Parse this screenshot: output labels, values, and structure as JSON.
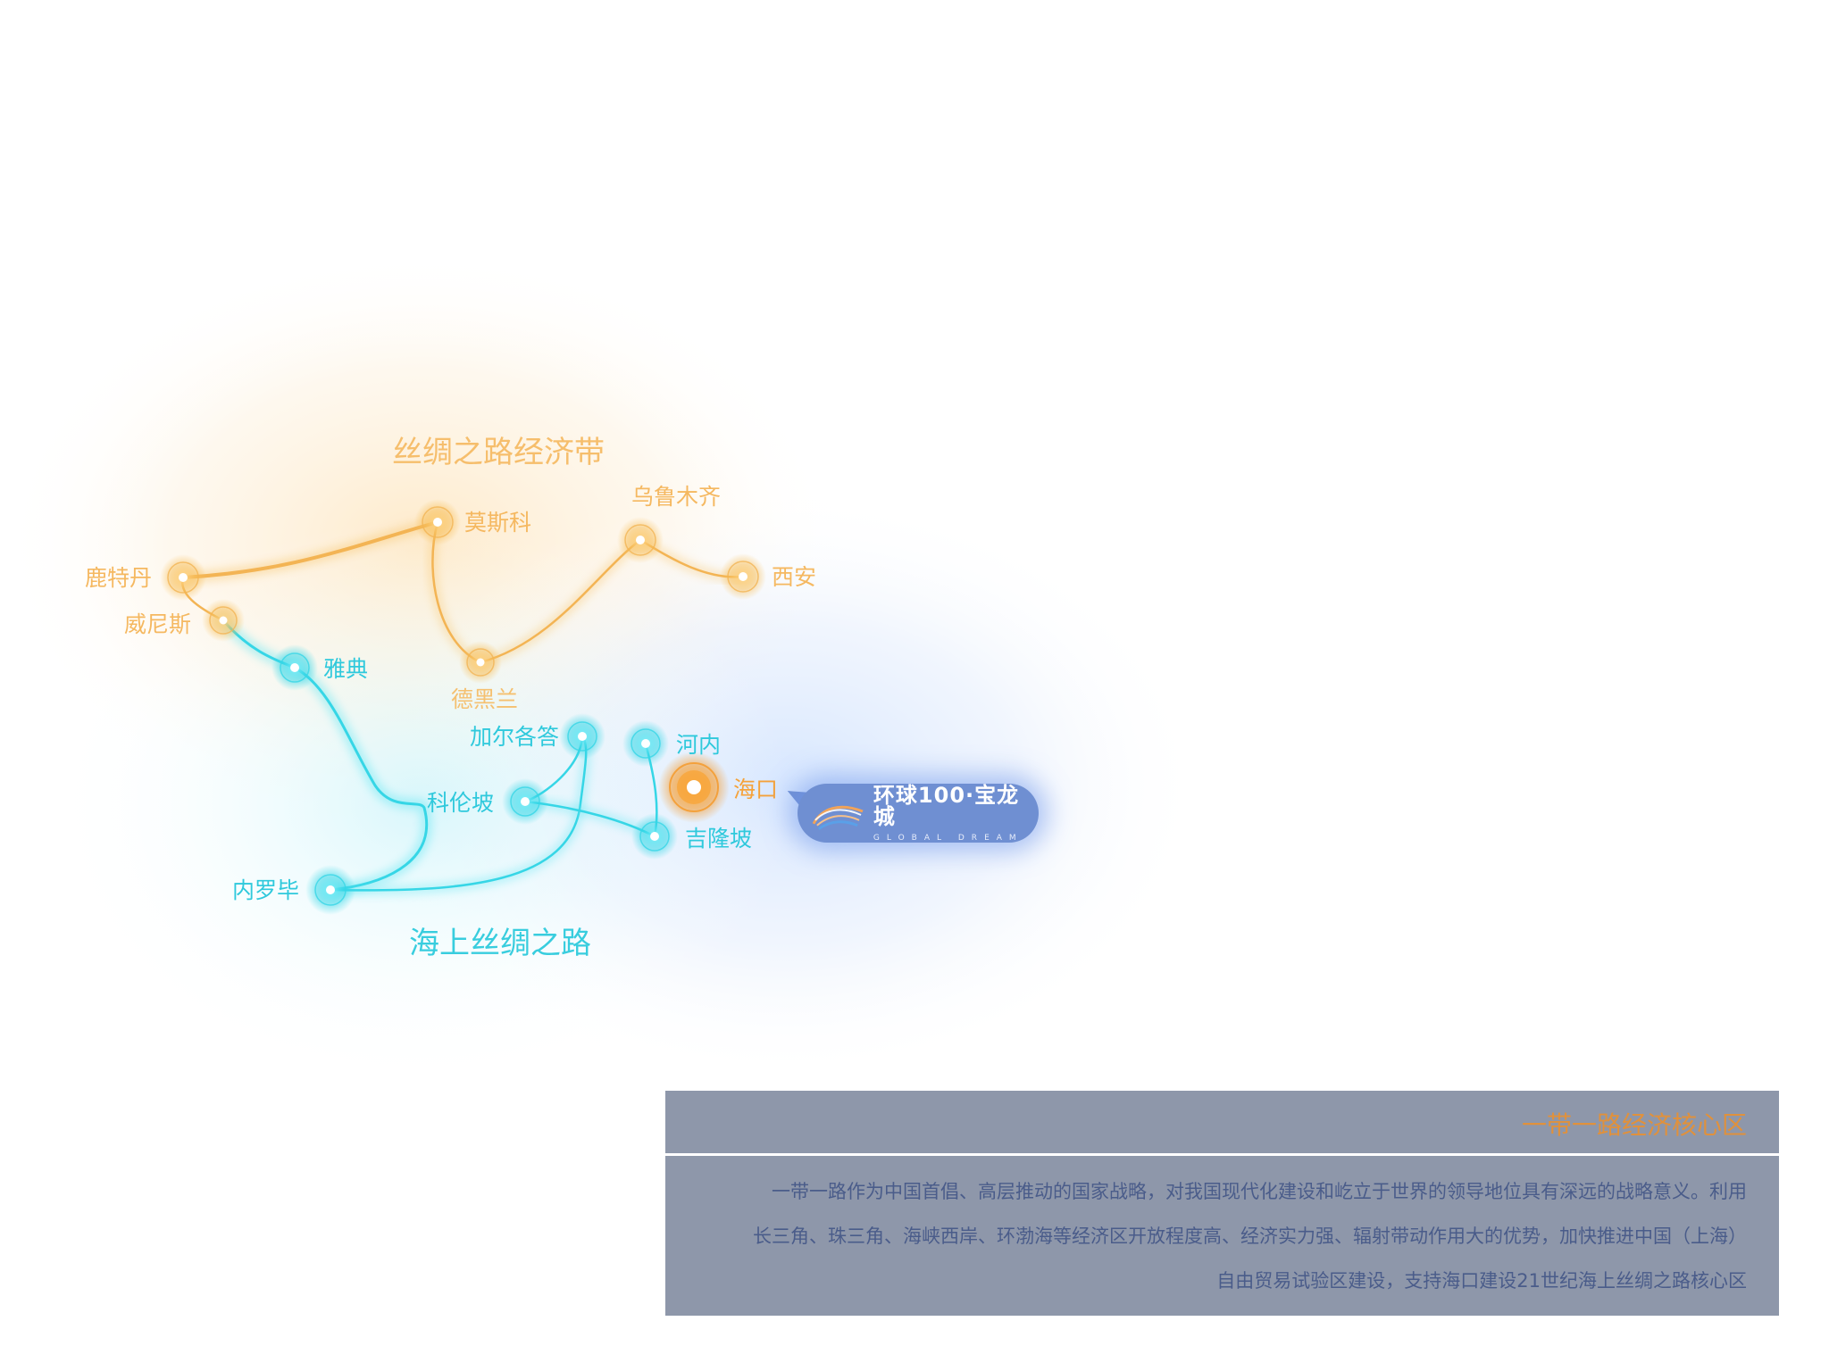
{
  "routes": {
    "land": {
      "title": "丝绸之路经济带",
      "color": "#f3b454",
      "cities": {
        "moscow": "莫斯科",
        "urumqi": "乌鲁木齐",
        "rotterdam": "鹿特丹",
        "xian": "西安",
        "venice": "威尼斯",
        "tehran": "德黑兰"
      }
    },
    "sea": {
      "title": "海上丝绸之路",
      "color": "#36d6e6",
      "cities": {
        "athens": "雅典",
        "kolkata": "加尔各答",
        "hanoi": "河内",
        "colombo": "科伦坡",
        "kualalumpur": "吉隆坡",
        "nairobi": "内罗毕"
      }
    },
    "hub": {
      "name": "海口",
      "color": "#f59a2c"
    }
  },
  "brand": {
    "name": "环球100·宝龙城",
    "subtitle": "GLOBAL DREAM",
    "color": "#6f8fd2",
    "icon": "wave-logo-icon"
  },
  "info": {
    "title": "一带一路经济核心区",
    "lines": [
      "一带一路作为中国首倡、高层推动的国家战略，对我国现代化建设和屹立于世界的领导地位具有深远的战略意义。利用",
      "长三角、珠三角、海峡西岸、环渤海等经济区开放程度高、经济实力强、辐射带动作用大的优势，加快推进中国（上海）",
      "自由贸易试验区建设，支持海口建设21世纪海上丝绸之路核心区"
    ],
    "panel_color": "#8e97aa",
    "title_color": "#e0913c",
    "text_color": "#4a5c8a"
  }
}
